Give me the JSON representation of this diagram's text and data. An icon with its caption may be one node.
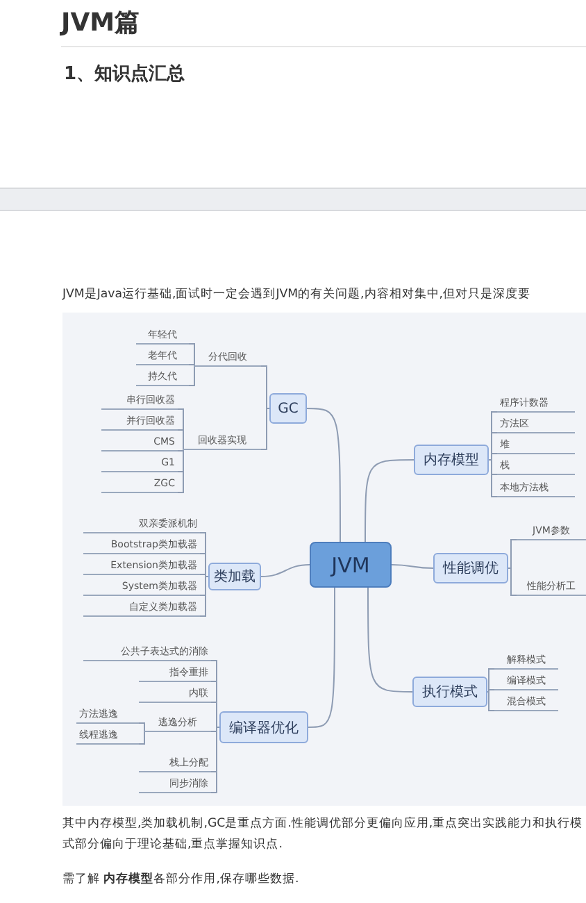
{
  "diagram": {
    "title": "JVM篇",
    "nodes": [
      {
        "text": [
          "JVM"
        ]
      },
      {
        "text": [
          "GC"
        ]
      },
      {
        "text": [
          "分代回收"
        ]
      },
      {
        "text": [
          "年轻代"
        ]
      },
      {
        "text": [
          "老年代"
        ]
      },
      {
        "text": [
          "持久代"
        ]
      },
      {
        "text": [
          "回收器实现"
        ]
      },
      {
        "text": [
          "串行回收器"
        ]
      },
      {
        "text": [
          "并行回收器"
        ]
      },
      {
        "text": [
          "CMS"
        ]
      },
      {
        "text": [
          "G1"
        ]
      },
      {
        "text": [
          "ZGC"
        ]
      },
      {
        "text": [
          "类加载"
        ]
      },
      {
        "text": [
          "双亲委派机制"
        ]
      },
      {
        "text": [
          "Bootstrap类加载器"
        ]
      },
      {
        "text": [
          "Extension类加载器"
        ]
      },
      {
        "text": [
          "System类加载器"
        ]
      },
      {
        "text": [
          "自定义类加载器"
        ]
      },
      {
        "text": [
          "编译器优化"
        ]
      },
      {
        "text": [
          "公共子表达式的消除"
        ]
      },
      {
        "text": [
          "指令重排"
        ]
      },
      {
        "text": [
          "内联"
        ]
      },
      {
        "text": [
          "逃逸分析"
        ]
      },
      {
        "text": [
          "方法逃逸"
        ]
      },
      {
        "text": [
          "线程逃逸"
        ]
      },
      {
        "text": [
          "栈上分配"
        ]
      },
      {
        "text": [
          "同步消除"
        ]
      },
      {
        "text": [
          "内存模型"
        ]
      },
      {
        "text": [
          "程序计数器"
        ]
      },
      {
        "text": [
          "方法区"
        ]
      },
      {
        "text": [
          "堆"
        ]
      },
      {
        "text": [
          "栈"
        ]
      },
      {
        "text": [
          "本地方法栈"
        ]
      },
      {
        "text": [
          "性能调优"
        ]
      },
      {
        "text": [
          "JVM参数"
        ]
      },
      {
        "text": [
          "性能分析工"
        ]
      },
      {
        "text": [
          "执行模式"
        ]
      },
      {
        "text": [
          "解释模式"
        ]
      },
      {
        "text": [
          "编译模式"
        ]
      },
      {
        "text": [
          "混合模式"
        ]
      }
    ],
    "edges": [
      {
        "from": 0,
        "to": 1,
        "arrow": "none"
      },
      {
        "from": 1,
        "to": 2,
        "arrow": "none"
      },
      {
        "from": 2,
        "to": 3,
        "arrow": "none"
      },
      {
        "from": 2,
        "to": 4,
        "arrow": "none"
      },
      {
        "from": 2,
        "to": 5,
        "arrow": "none"
      },
      {
        "from": 1,
        "to": 6,
        "arrow": "none"
      },
      {
        "from": 6,
        "to": 7,
        "arrow": "none"
      },
      {
        "from": 6,
        "to": 8,
        "arrow": "none"
      },
      {
        "from": 6,
        "to": 9,
        "arrow": "none"
      },
      {
        "from": 6,
        "to": 10,
        "arrow": "none"
      },
      {
        "from": 6,
        "to": 11,
        "arrow": "none"
      },
      {
        "from": 0,
        "to": 12,
        "arrow": "none"
      },
      {
        "from": 12,
        "to": 13,
        "arrow": "none"
      },
      {
        "from": 12,
        "to": 14,
        "arrow": "none"
      },
      {
        "from": 12,
        "to": 15,
        "arrow": "none"
      },
      {
        "from": 12,
        "to": 16,
        "arrow": "none"
      },
      {
        "from": 12,
        "to": 17,
        "arrow": "none"
      },
      {
        "from": 0,
        "to": 18,
        "arrow": "none"
      },
      {
        "from": 18,
        "to": 19,
        "arrow": "none"
      },
      {
        "from": 18,
        "to": 20,
        "arrow": "none"
      },
      {
        "from": 18,
        "to": 21,
        "arrow": "none"
      },
      {
        "from": 18,
        "to": 22,
        "arrow": "none"
      },
      {
        "from": 22,
        "to": 23,
        "arrow": "none"
      },
      {
        "from": 22,
        "to": 24,
        "arrow": "none"
      },
      {
        "from": 18,
        "to": 25,
        "arrow": "none"
      },
      {
        "from": 18,
        "to": 26,
        "arrow": "none"
      },
      {
        "from": 0,
        "to": 27,
        "arrow": "none"
      },
      {
        "from": 27,
        "to": 28,
        "arrow": "none"
      },
      {
        "from": 27,
        "to": 29,
        "arrow": "none"
      },
      {
        "from": 27,
        "to": 30,
        "arrow": "none"
      },
      {
        "from": 27,
        "to": 31,
        "arrow": "none"
      },
      {
        "from": 27,
        "to": 32,
        "arrow": "none"
      },
      {
        "from": 0,
        "to": 33,
        "arrow": "none"
      },
      {
        "from": 33,
        "to": 34,
        "arrow": "none"
      },
      {
        "from": 33,
        "to": 35,
        "arrow": "none"
      },
      {
        "from": 0,
        "to": 36,
        "arrow": "none"
      },
      {
        "from": 36,
        "to": 37,
        "arrow": "none"
      },
      {
        "from": 36,
        "to": 38,
        "arrow": "none"
      },
      {
        "from": 36,
        "to": 39,
        "arrow": "none"
      }
    ],
    "labels": [
      "1、知识点汇总",
      "JVM是Java运行基础,面试时一定会遇到JVM的有关问题,内容相对集中,但对只是深度要",
      "其中内存模型,类加载机制,GC是重点方面.性能调优部分更偏向应用,重点突出实践能力和执行模式部分偏向于理论基础,重点掌握知识点.",
      "需了解 **内存模型**各部分作用,保存哪些数据."
    ]
  }
}
